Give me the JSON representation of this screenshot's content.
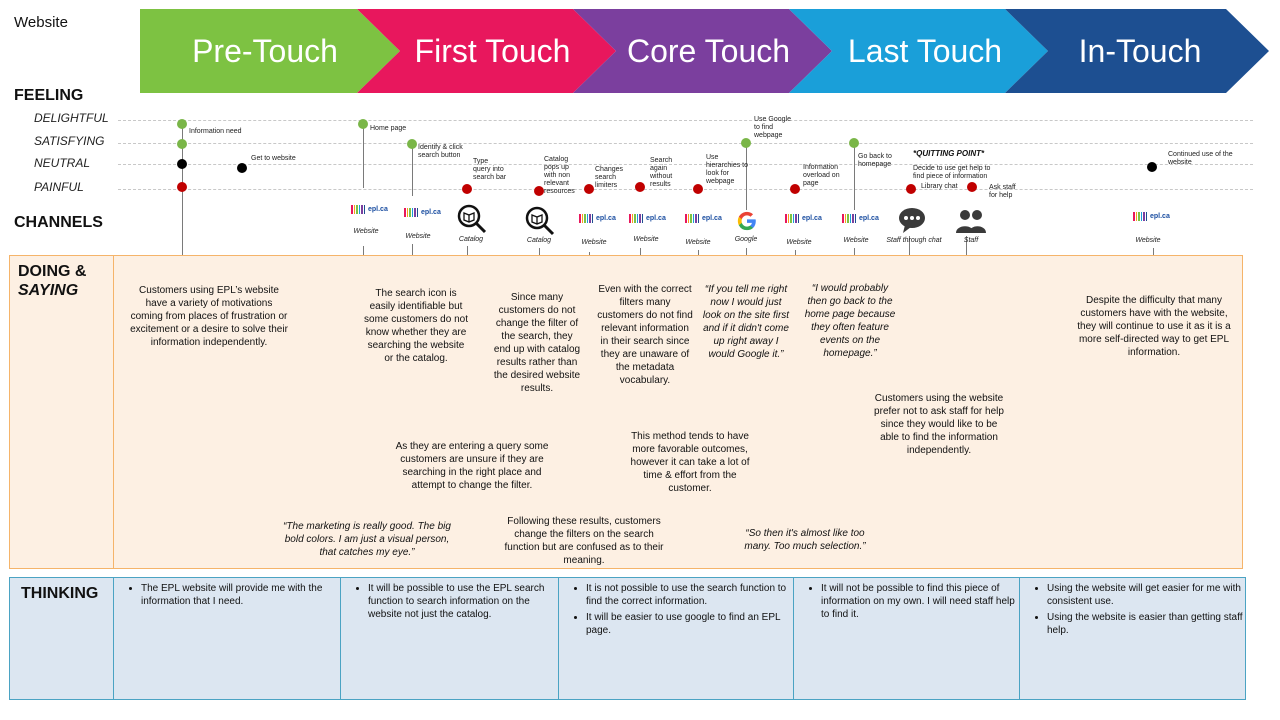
{
  "page_label": "Website",
  "stages": [
    "Pre-Touch",
    "First Touch",
    "Core Touch",
    "Last Touch",
    "In-Touch"
  ],
  "colors": {
    "pre": "#7dc242",
    "first": "#e8175d",
    "core": "#7b3f9e",
    "last": "#1a9fd9",
    "in": "#1d4f91"
  },
  "sections": {
    "feeling": "FEELING",
    "channels": "CHANNELS",
    "doing": "DOING &",
    "saying": "SAYING",
    "thinking": "THINKING"
  },
  "feelings": [
    "DELIGHTFUL",
    "SATISFYING",
    "NEUTRAL",
    "PAINFUL"
  ],
  "touchpoints": {
    "info_need": "Information need",
    "get_site": "Get to website",
    "home": "Home page",
    "identify": "Identify & click search button",
    "type_query": "Type query into search bar",
    "catalog_pops": "Catalog pops up with non relevant resources",
    "changes_limiters": "Changes search limiters",
    "search_again": "Search again without results",
    "hierarchies": "Use hierarchies to look for webpage",
    "google": "Use Google to find webpage",
    "overload": "Information overload on page",
    "back_home": "Go back to homepage",
    "quitting": "*QUITTING POINT*",
    "decide": "Decide to use get help to find piece of information",
    "library_chat": "Library chat",
    "ask_staff": "Ask staff for help",
    "continued": "Continued use of the website"
  },
  "channels": {
    "website": "Website",
    "catalog": "Catalog",
    "google": "Google",
    "staff_chat": "Staff through chat",
    "staff": "Staff",
    "epl": "epl.ca"
  },
  "doing": {
    "d1": "Customers using EPL’s website have a variety of motivations coming from places of frustration or excitement or a desire to solve their information independently.",
    "d2": "The search icon is easily identifiable but some customers do not know whether they are searching the website or the catalog.",
    "d3": "Since many customers do not change the filter of the search, they end up with catalog results rather than the desired website results.",
    "d4": "Even with the correct filters many customers do not find relevant information in their search since they are unaware of the metadata vocabulary.",
    "d5": "“If you tell me right now I would just look on the site first and if it didn't come up right away I would Google it.”",
    "d6": "“I would probably then go back to the home page because they often feature events on the homepage.”",
    "d7": "Despite the difficulty that many customers have with the website, they will continue to use it as it is a more self-directed way to get EPL information.",
    "d8": "Customers using the website prefer not to ask staff for help since they would like to be able to find the information independently.",
    "d9": "As they are entering a query some customers are unsure if they are searching in the right place and attempt to change the filter.",
    "d10": "This method tends to have more favorable outcomes, however it can take a lot of time & effort from the customer.",
    "d11": "“The marketing is really good. The big bold colors. I am just a visual person, that catches my eye.”",
    "d12": "Following these results, customers change the filters on the search function but are confused as to their meaning.",
    "d13": "“So then it's almost like too many. Too much selection.”"
  },
  "thinking": {
    "c1": [
      "The EPL  website will provide me with the information that I need."
    ],
    "c2": [
      "It will be possible to use the EPL search function to search information on the website not just the catalog."
    ],
    "c3": [
      "It is not possible to use the search function to find the correct information.",
      "It will be easier to use google to find an EPL page."
    ],
    "c4": [
      "It will not be possible to find this piece of information on my own. I will need staff help to find it."
    ],
    "c5": [
      "Using the website will get easier for me with consistent use.",
      "Using the website is easier than getting staff help."
    ]
  }
}
